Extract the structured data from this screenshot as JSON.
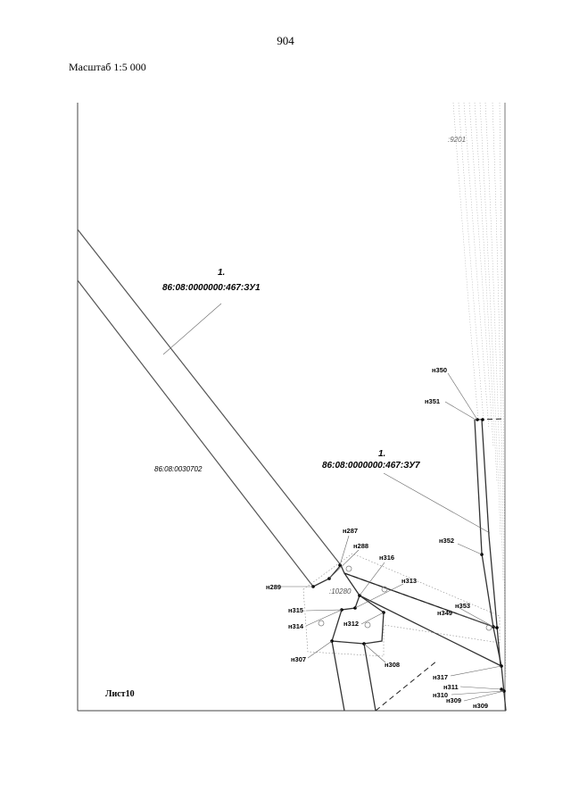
{
  "page_number": "904",
  "scale": "Масштаб 1:5 000",
  "sheet": "Лист10",
  "parcels": [
    {
      "num": "1.",
      "code": "86:08:0000000:467:ЗУ1"
    },
    {
      "num": "1.",
      "code": "86:08:0000000:467:ЗУ7"
    }
  ],
  "quarters": {
    "q1": "86:08:0030702",
    "q2": ":9201",
    "q3": ":10280"
  },
  "points": {
    "n350": "н350",
    "n351": "н351",
    "n352": "н352",
    "n287": "н287",
    "n288": "н288",
    "n316": "н316",
    "n313": "н313",
    "n289": "н289",
    "n353": "н353",
    "n349": "н349",
    "n315": "н315",
    "n314": "н314",
    "n312": "н312",
    "n307": "н307",
    "n308": "н308",
    "n317": "н317",
    "n311": "н311",
    "n310": "н310",
    "n309a": "н309",
    "n309b": "н309"
  }
}
